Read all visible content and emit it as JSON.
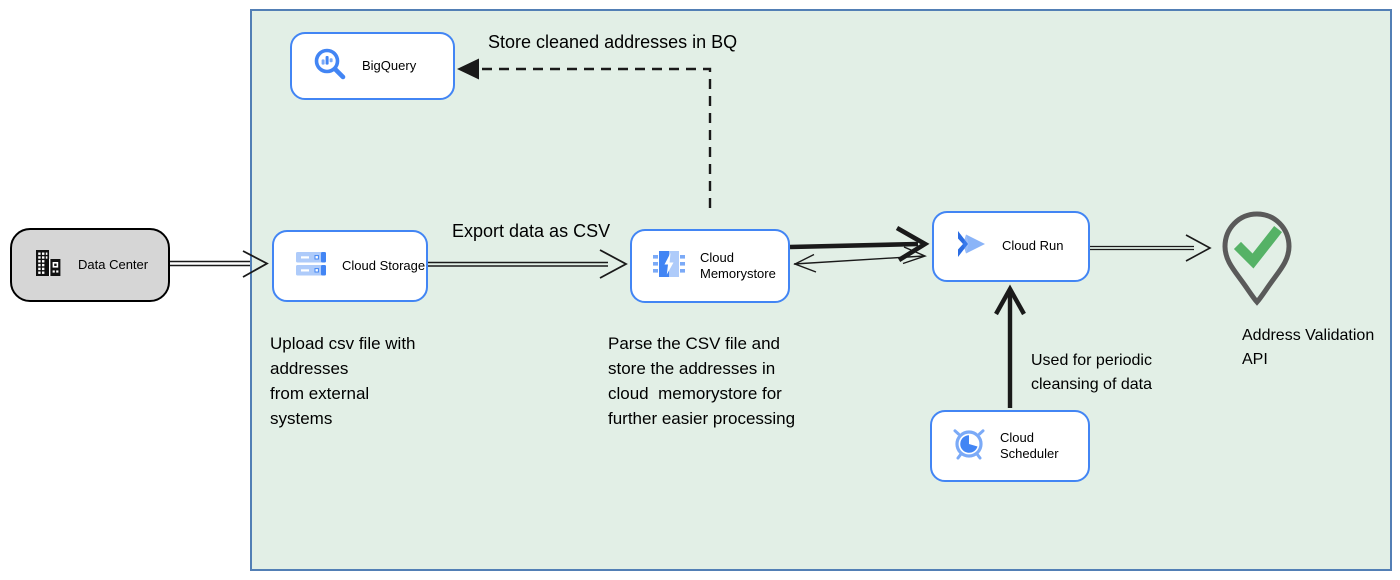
{
  "diagram": {
    "type": "cloud-architecture-flow",
    "boundary": {
      "name": "gcp-environment",
      "fill": "#e2efe6",
      "border": "#527fb5"
    },
    "nodes": {
      "data_center": {
        "label": "Data Center",
        "icon": "building-icon",
        "fill": "#d6d6d6",
        "border": "#000000"
      },
      "bigquery": {
        "label": "BigQuery",
        "icon": "magnifier-chart-icon",
        "fill": "#ffffff",
        "border": "#4285f4"
      },
      "cloud_storage": {
        "label": "Cloud Storage",
        "icon": "storage-buckets-icon",
        "fill": "#ffffff",
        "border": "#4285f4"
      },
      "memorystore": {
        "label": "Cloud Memorystore",
        "icon": "memory-chip-icon",
        "fill": "#ffffff",
        "border": "#4285f4"
      },
      "cloud_run": {
        "label": "Cloud Run",
        "icon": "run-chevron-icon",
        "fill": "#ffffff",
        "border": "#4285f4"
      },
      "scheduler": {
        "label": "Cloud Scheduler",
        "icon": "alarm-clock-icon",
        "fill": "#ffffff",
        "border": "#4285f4"
      }
    },
    "annotations": {
      "store_cleaned": "Store cleaned addresses in BQ",
      "export_csv": "Export data as CSV",
      "upload_note": "Upload csv file with\naddresses\nfrom external\nsystems",
      "parse_note": "Parse the CSV file and\nstore the addresses in\ncloud  memorystore for\nfurther easier processing",
      "periodic_note": "Used for periodic\ncleansing of data",
      "address_validation": "Address Validation\nAPI"
    },
    "endpoint": {
      "label": "Address Validation API",
      "icon": "map-pin-check-icon",
      "pin_color": "#5a5a5a",
      "check_color": "#55b266"
    },
    "edges": [
      {
        "from": "data_center",
        "to": "cloud_storage",
        "style": "double-line-open-arrow"
      },
      {
        "from": "cloud_storage",
        "to": "memorystore",
        "style": "double-line-open-arrow",
        "label": "Export data as CSV"
      },
      {
        "from": "memorystore",
        "to": "cloud_run",
        "style": "thick-open-arrow"
      },
      {
        "from": "cloud_run",
        "to": "memorystore",
        "style": "thin-open-arrow-both-ends"
      },
      {
        "from": "cloud_run",
        "to": "address_validation_api",
        "style": "double-line-open-arrow"
      },
      {
        "from": "scheduler",
        "to": "cloud_run",
        "style": "thick-open-arrow",
        "label": "Used for periodic cleansing of data"
      },
      {
        "from": "memorystore",
        "to": "bigquery",
        "style": "dashed-filled-arrow",
        "label": "Store cleaned addresses in BQ"
      }
    ],
    "colors": {
      "accent_blue": "#4285f4",
      "light_blue": "#aecbfa",
      "check_green": "#55b266",
      "pin_gray": "#5a5a5a",
      "boundary_fill": "#e2efe6",
      "boundary_border": "#527fb5",
      "datacenter_gray": "#d6d6d6"
    }
  }
}
